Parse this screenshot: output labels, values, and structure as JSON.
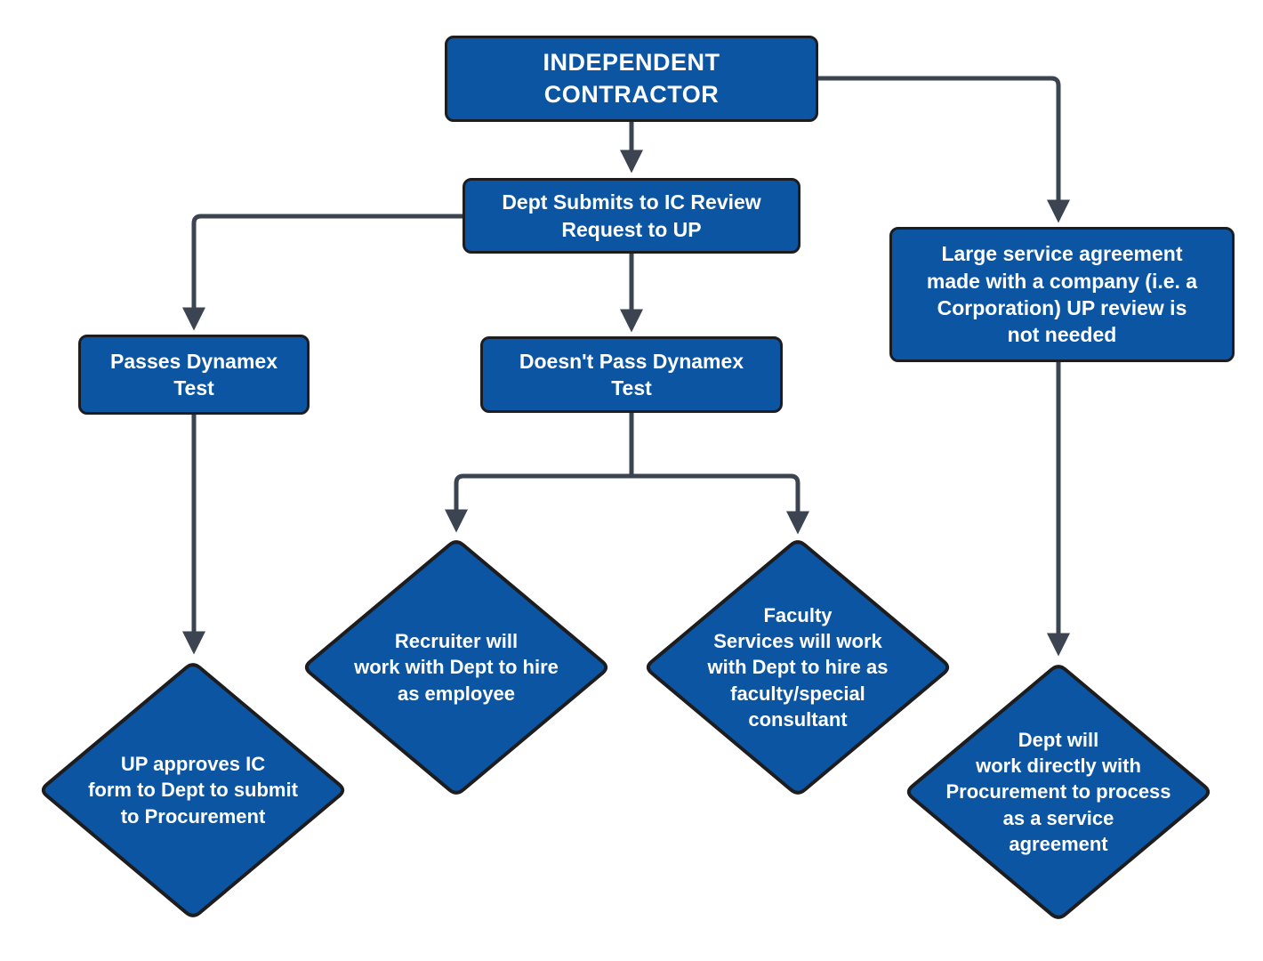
{
  "title": "Independent Contractor decision flowchart",
  "colors": {
    "node_fill": "#0b55a3",
    "node_border": "#1d1d20",
    "connector": "#3b4450",
    "node_text": "#ffffff",
    "background": "#ffffff"
  },
  "nodes": {
    "independent_contractor": {
      "label": "INDEPENDENT\nCONTRACTOR"
    },
    "dept_submits": {
      "label": "Dept Submits to IC Review\nRequest to UP"
    },
    "passes_dynamex": {
      "label": "Passes Dynamex\nTest"
    },
    "doesnt_pass_dynamex": {
      "label": "Doesn't Pass Dynamex\nTest"
    },
    "large_service_agreement": {
      "label": "Large service agreement\nmade with a company (i.e. a\nCorporation) UP review is\nnot needed"
    },
    "up_approves_ic": {
      "label": "UP approves IC\nform to Dept to submit\nto Procurement"
    },
    "recruiter_hire_employee": {
      "label": "Recruiter will\nwork with Dept to hire\nas employee"
    },
    "faculty_services": {
      "label": "Faculty\nServices will work\nwith Dept to hire as\nfaculty/special\nconsultant"
    },
    "dept_procurement": {
      "label": "Dept will\nwork directly with\nProcurement to process\nas a service\nagreement"
    }
  }
}
